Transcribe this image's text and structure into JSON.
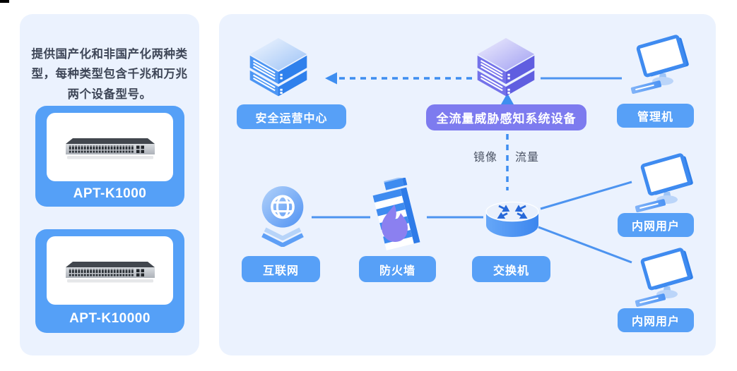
{
  "sidebar": {
    "description": "提供国产化和非国产化两种类型，每种类型包含千兆和万兆两个设备型号。",
    "devices": [
      {
        "model": "APT-K1000"
      },
      {
        "model": "APT-K10000"
      }
    ]
  },
  "diagram": {
    "nodes": {
      "soc": {
        "label": "安全运营中心"
      },
      "apt_device": {
        "label": "全流量威胁感知系统设备"
      },
      "management": {
        "label": "管理机"
      },
      "internet": {
        "label": "互联网"
      },
      "firewall": {
        "label": "防火墙"
      },
      "switch": {
        "label": "交换机"
      },
      "intranet_user_1": {
        "label": "内网用户"
      },
      "intranet_user_2": {
        "label": "内网用户"
      }
    },
    "flow_label": {
      "part1": "镜像",
      "part2": "流量"
    }
  },
  "colors": {
    "panel_bg": "#EBF2FE",
    "pill_blue": "#57A0F7",
    "pill_purple": "#7D7BEF",
    "line_blue": "#4D94F0",
    "dash_blue": "#3E8EF0",
    "card_blue": "#55A0F7",
    "text_dark": "#3E4657",
    "flame_purple": "#8B80F0"
  }
}
